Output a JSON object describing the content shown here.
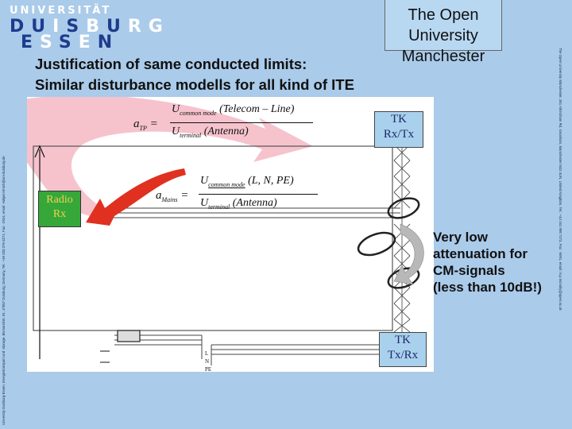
{
  "header": {
    "university_line1": "UNIVERSITÄT",
    "university_line2": "DUISBURG",
    "university_line3": "ESSEN",
    "partner_line1": "The Open University",
    "partner_line2": "Manchester"
  },
  "title": {
    "line1": "Justification of same conducted limits:",
    "line2": "Similar disturbance modells for all kind of ITE"
  },
  "side_text": {
    "left": "University Duisburg-Essen, Energietransport und -storage, Bismarckstr. 81, 47057 Duisburg, Germany, Tel.: +49 203 379-3271, Fax: -2924, email: Holger.Hirsch@uni-duisburg.de",
    "right": "The Open University Manchester, 351 Altrincham Rd, Gnosham, Manchester M22 4UN, United Kingdom, Tel.: +44 161 998 7272, Fax: -6991, email: m.p.mcnally@open.ac.uk"
  },
  "diagram": {
    "tk_top": [
      "TK",
      "Rx/Tx"
    ],
    "tk_bottom": [
      "TK",
      "Tx/Rx"
    ],
    "radio": [
      "Radio",
      "Rx"
    ],
    "formula1": {
      "lhs": "a",
      "lhs_sub": "TP",
      "num": "U",
      "num_sub": "common mode",
      "num_arg": "(Telecom – Line)",
      "den": "U",
      "den_sub": "terminal",
      "den_arg": "(Antenna)"
    },
    "formula2": {
      "lhs": "a",
      "lhs_sub": "Mains",
      "num": "U",
      "num_sub": "common mode",
      "num_arg": "(L, N, PE)",
      "den": "U",
      "den_sub": "terminal",
      "den_arg": "(Antenna)"
    },
    "mains_labels": [
      "L",
      "N",
      "PE"
    ]
  },
  "note": {
    "lines": [
      "Very low",
      "attenuation for",
      "CM-signals",
      "(less than 10dB!)"
    ]
  },
  "colors": {
    "background": "#aacbea",
    "radio_box": "#35a839",
    "tk_box": "#a9d1ed",
    "arrow_red": "#e03020",
    "shadow_arrow": "#f4b8c4"
  }
}
